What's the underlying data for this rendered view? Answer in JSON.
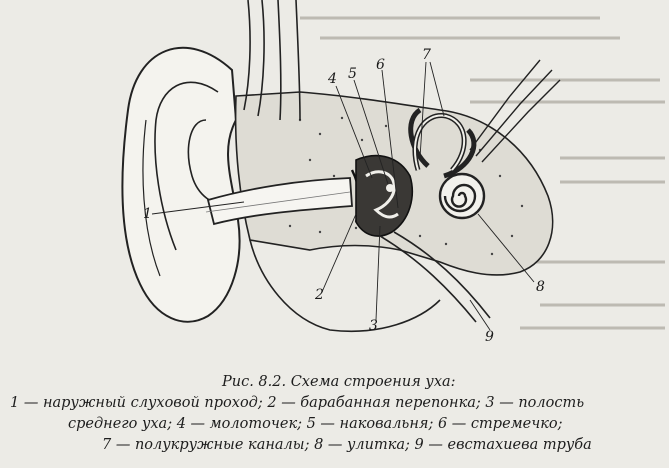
{
  "figure": {
    "labels": [
      "1",
      "2",
      "3",
      "4",
      "5",
      "6",
      "7",
      "8",
      "9"
    ],
    "caption": [
      "Рис. 8.2. Схема строения уха:",
      "1 — наружный слуховой проход; 2 — барабанная перепонка; 3 — полость",
      "среднего уха; 4 — молоточек; 5 — наковальня; 6 — стремечко;",
      "7 — полукружные каналы; 8 — улитка; 9 — евстахиева труба"
    ]
  }
}
